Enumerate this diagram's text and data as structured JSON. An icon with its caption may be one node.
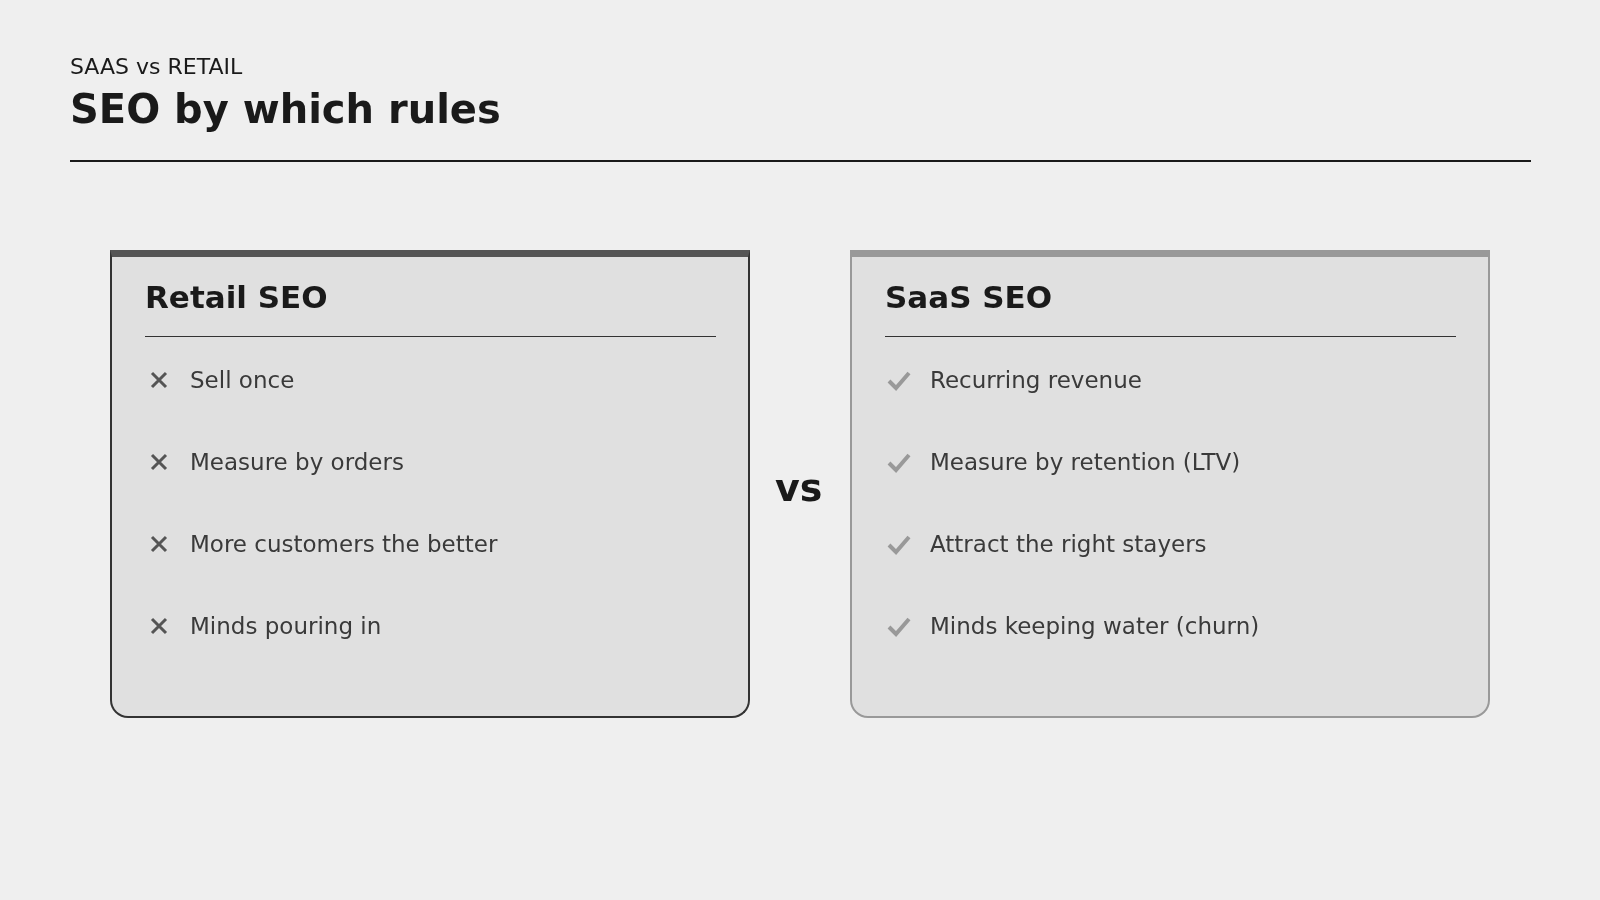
{
  "diagram": {
    "title": "SEO by which rules",
    "nodes": [
      {
        "text": [
          "Retail SEO",
          "Sell once",
          "Measure by orders",
          "More customers the better",
          "Minds pouring in"
        ]
      },
      {
        "text": [
          "SaaS SEO",
          "Recurring revenue",
          "Measure by retention (LTV)",
          "Attract the right stayers",
          "Minds keeping water (churn)"
        ]
      }
    ],
    "labels": [
      "SAAS vs RETAIL",
      "vs"
    ]
  }
}
